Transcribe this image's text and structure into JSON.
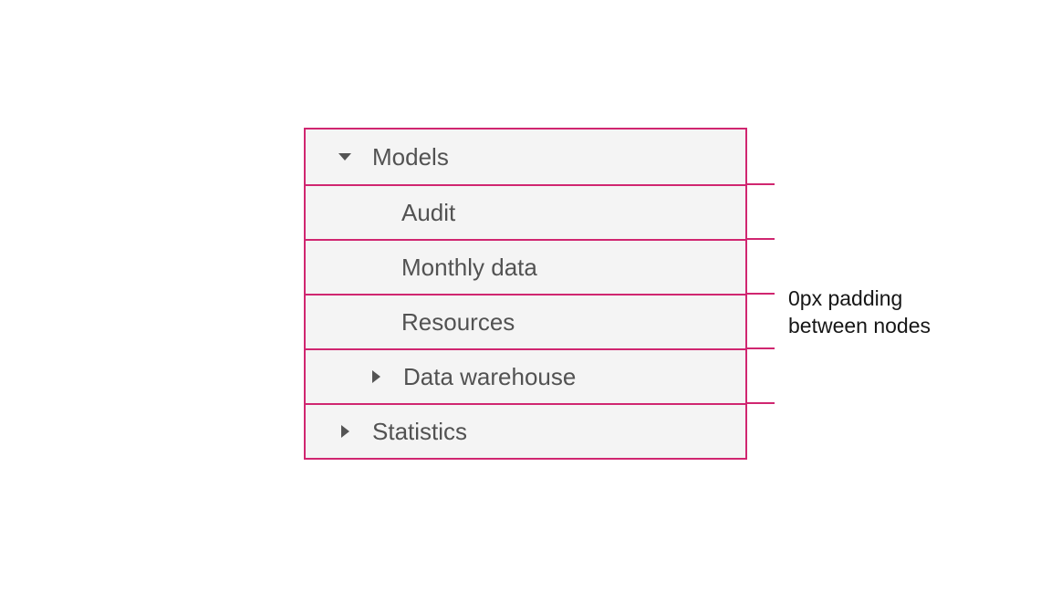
{
  "tree": {
    "nodes": [
      {
        "label": "Models",
        "level": 1,
        "state": "expanded",
        "icon": "caret-down-icon"
      },
      {
        "label": "Audit",
        "level": 2,
        "state": "leaf",
        "icon": null
      },
      {
        "label": "Monthly data",
        "level": 2,
        "state": "leaf",
        "icon": null
      },
      {
        "label": "Resources",
        "level": 2,
        "state": "leaf",
        "icon": null
      },
      {
        "label": "Data warehouse",
        "level": 2,
        "state": "collapsed",
        "icon": "caret-right-icon"
      },
      {
        "label": "Statistics",
        "level": 1,
        "state": "collapsed",
        "icon": "caret-right-icon"
      }
    ]
  },
  "annotation": {
    "label": "0px padding between nodes"
  },
  "colors": {
    "annotation_line": "#d02670",
    "row_background": "#f4f4f4",
    "tree_text": "#525252",
    "caret": "#545454",
    "annotation_text": "#161616",
    "page_background": "#ffffff"
  }
}
